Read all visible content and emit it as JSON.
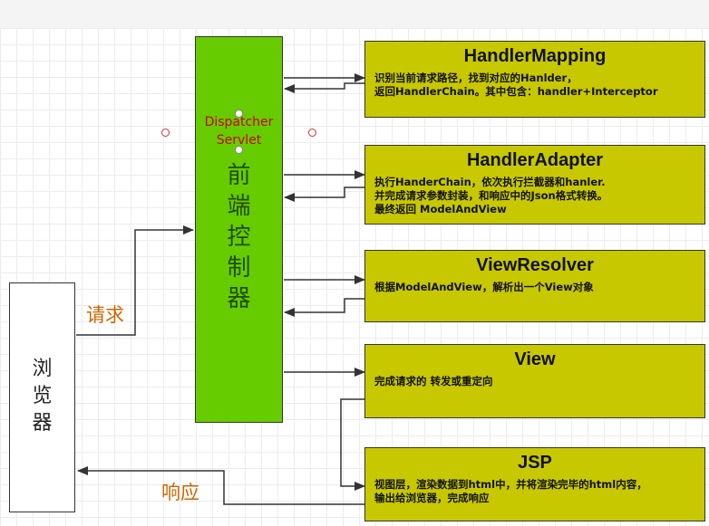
{
  "browser": {
    "label": "浏\n览\n器"
  },
  "dispatcher": {
    "label_en": "Dispatcher\nServlet",
    "label_cn": "前\n端\n控\n制\n器"
  },
  "components": [
    {
      "title": "HandlerMapping",
      "desc": "识别当前请求路径，找到对应的Hanlder，\n返回HandlerChain。其中包含：handler+Interceptor"
    },
    {
      "title": "HandlerAdapter",
      "desc": "执行HanderChain，依次执行拦截器和hanler.\n并完成请求参数封装，和响应中的Json格式转换。\n最终返回 ModelAndView"
    },
    {
      "title": "ViewResolver",
      "desc": "根据ModelAndView，解析出一个View对象"
    },
    {
      "title": "View",
      "desc": "完成请求的 转发或重定向"
    },
    {
      "title": "JSP",
      "desc": "视图层，渲染数据到html中，并将渲染完毕的html内容，\n输出给浏览器，完成响应"
    }
  ],
  "labels": {
    "request": "请求",
    "response": "响应"
  },
  "colors": {
    "dispatcher": "#66cc00",
    "component": "#c8c800",
    "label": "#cc6600",
    "dispatcher_en": "#cc0000"
  }
}
